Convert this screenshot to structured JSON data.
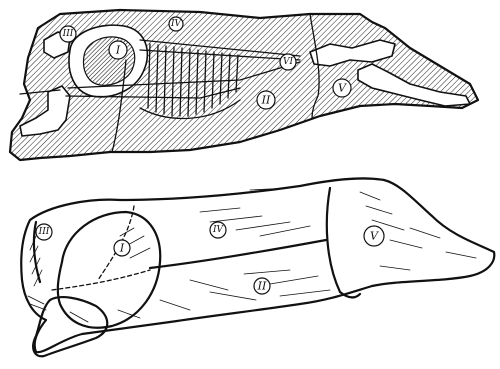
{
  "top_carcass": {
    "labels": {
      "I": "I",
      "II": "II",
      "III": "III",
      "IV": "IV",
      "V": "V",
      "VI": "VI"
    }
  },
  "bottom_carcass": {
    "labels": {
      "I": "I",
      "II": "II",
      "III": "III",
      "IV": "IV",
      "V": "V"
    }
  }
}
